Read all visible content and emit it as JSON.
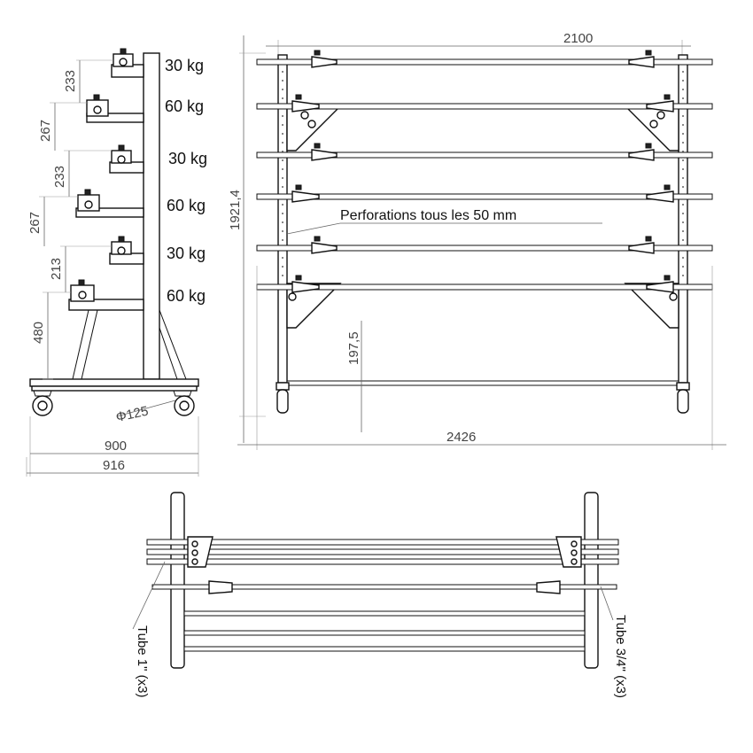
{
  "side_view": {
    "loads": [
      "30 kg",
      "60 kg",
      "30 kg",
      "60 kg",
      "30 kg",
      "60 kg"
    ],
    "vertical_dims": [
      "233",
      "267",
      "233",
      "267",
      "213",
      "480"
    ],
    "wheel_diameter": "Φ125",
    "width_inner": "900",
    "width_outer": "916"
  },
  "front_view": {
    "width_top": "2100",
    "height": "1921,4",
    "perforation_note": "Perforations tous les 50 mm",
    "bottom_bar_height": "197,5",
    "width_total": "2426"
  },
  "top_view": {
    "tube_left": "Tube 1\" (x3)",
    "tube_right": "Tube 3/4\" (x3)"
  }
}
